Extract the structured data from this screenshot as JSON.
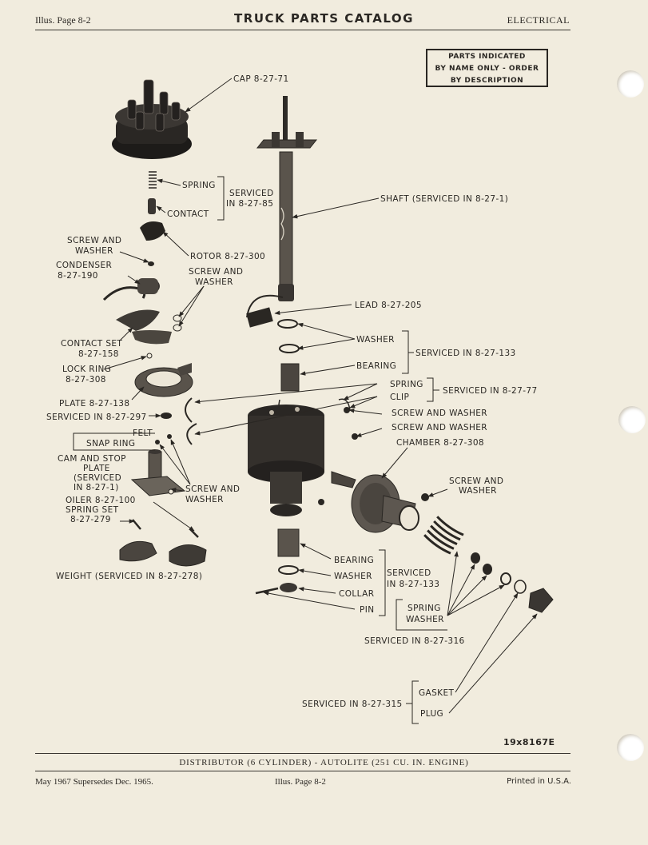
{
  "header": {
    "left": "Illus. Page 8-2",
    "center": "TRUCK PARTS CATALOG",
    "right": "ELECTRICAL"
  },
  "notice": [
    "PARTS INDICATED",
    "BY NAME ONLY - ORDER",
    "BY DESCRIPTION"
  ],
  "labels": {
    "cap": "CAP 8-27-71",
    "spring_top": "SPRING",
    "contact": "CONTACT",
    "serviced_8_27_85": [
      "SERVICED",
      "IN 8-27-85"
    ],
    "shaft": "SHAFT (SERVICED IN 8-27-1)",
    "screw_washer_1": [
      "SCREW AND",
      "WASHER"
    ],
    "rotor": "ROTOR 8-27-300",
    "condenser": [
      "CONDENSER",
      "8-27-190"
    ],
    "screw_washer_2": [
      "SCREW AND",
      "WASHER"
    ],
    "lead": "LEAD 8-27-205",
    "contact_set": [
      "CONTACT SET",
      "8-27-158"
    ],
    "washer_1": "WASHER",
    "serviced_8_27_133_a": "SERVICED IN 8-27-133",
    "lock_ring": [
      "LOCK RING",
      "8-27-308"
    ],
    "bearing_1": "BEARING",
    "spring_mid": "SPRING",
    "serviced_8_27_77": "SERVICED IN 8-27-77",
    "clip": "CLIP",
    "plate": "PLATE 8-27-138",
    "screw_washer_3": "SCREW AND WASHER",
    "serviced_8_27_297": "SERVICED IN 8-27-297",
    "screw_washer_4": "SCREW AND WASHER",
    "felt": "FELT",
    "snap_ring": "SNAP RING",
    "chamber": "CHAMBER 8-27-308",
    "cam_stop_plate": [
      "CAM AND STOP",
      "PLATE",
      "(SERVICED",
      "IN 8-27-1)"
    ],
    "screw_washer_5": [
      "SCREW AND",
      "WASHER"
    ],
    "screw_washer_6": [
      "SCREW AND",
      "WASHER"
    ],
    "oiler": "OILER 8-27-100",
    "spring_set": [
      "SPRING SET",
      "8-27-279"
    ],
    "bearing_2": "BEARING",
    "weight": "WEIGHT (SERVICED IN 8-27-278)",
    "washer_2": "WASHER",
    "serviced_8_27_133_b": [
      "SERVICED",
      "IN 8-27-133"
    ],
    "collar": "COLLAR",
    "spring_low": "SPRING",
    "pin": "PIN",
    "washer_3": "WASHER",
    "serviced_8_27_316": "SERVICED IN 8-27-316",
    "gasket": "GASKET",
    "serviced_8_27_315": "SERVICED IN 8-27-315",
    "plug": "PLUG",
    "figure_code": "19x8167E"
  },
  "caption": "DISTRIBUTOR (6 CYLINDER) - AUTOLITE (251 CU. IN. ENGINE)",
  "footer": {
    "left": "May 1967 Supersedes Dec. 1965.",
    "center": "Illus. Page 8-2",
    "right": "Printed in U.S.A."
  }
}
